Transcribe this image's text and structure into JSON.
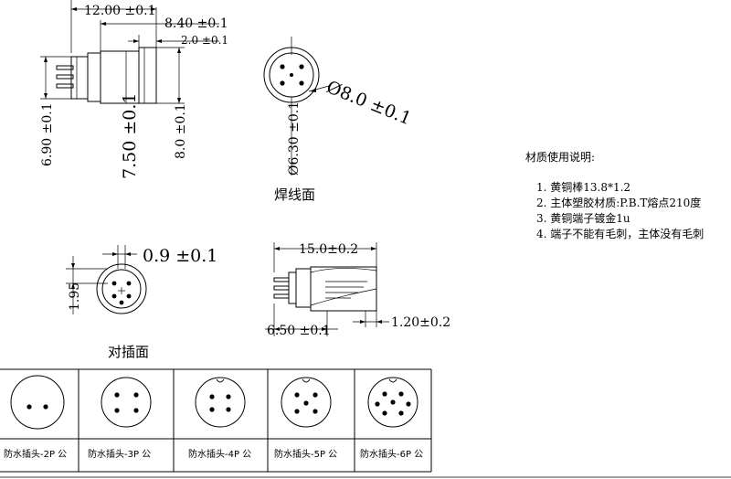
{
  "dims": {
    "side_length_total": "12.00 ±0.1",
    "side_length_body": "8.40 ±0.1",
    "side_length_flange": "2.0 ±0.1",
    "side_h_pins": "6.90 ±0.1",
    "side_h_body": "7.50 ±0.1",
    "side_h_flange": "8.0 ±0.1",
    "weld_outer_d": "Ø8.0 ±0.1",
    "weld_inner_d": "Ø6.30 ±0.1",
    "mate_pin_spacing": "0.9 ±0.1",
    "mate_height": "1.95",
    "right_length": "15.0±0.2",
    "right_pin_len": "6.50 ±0.1",
    "right_step": "1.20±0.2"
  },
  "labels": {
    "weld_face": "焊线面",
    "mating_face": "对插面"
  },
  "notes": {
    "title": "材质使用说明:",
    "items": [
      "1.  黄铜棒13.8*1.2",
      "2.  主体塑胶材质:P.B.T熔点210度",
      "3.  黄铜端子镀金1u",
      "4.  端子不能有毛刺，主体没有毛刺"
    ]
  },
  "variants": [
    {
      "label": "防水插头-2P 公",
      "pins": 2
    },
    {
      "label": "防水插头-3P 公",
      "pins": 3
    },
    {
      "label": "防水插头-4P 公",
      "pins": 4
    },
    {
      "label": "防水插头-5P 公",
      "pins": 5
    },
    {
      "label": "防水插头-6P 公",
      "pins": 6
    }
  ]
}
